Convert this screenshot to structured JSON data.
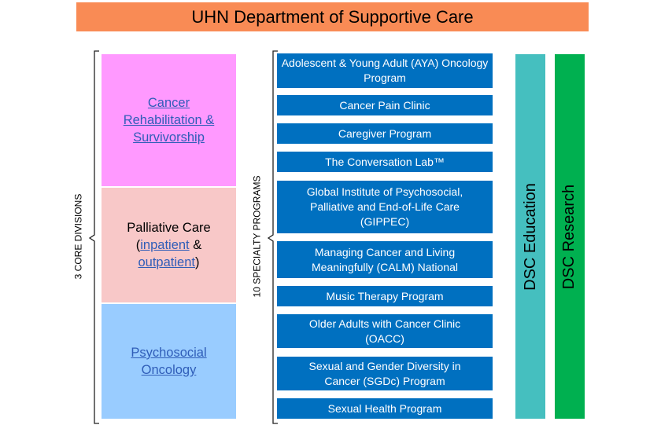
{
  "title": "UHN Department of Supportive Care",
  "core_divisions": {
    "label": "3 CORE DIVISIONS",
    "cancer_rehab": "Cancer Rehabilitation & Survivorship",
    "palliative": {
      "prefix": "Palliative Care (",
      "inpatient": "inpatient",
      "and": " & ",
      "outpatient": "outpatient",
      "suffix": ")"
    },
    "psychosocial": "Psychosocial Oncology"
  },
  "specialty_programs": {
    "label": "10 SPECIALTY PROGRAMS",
    "items": [
      "Adolescent & Young Adult (AYA) Oncology Program",
      "Cancer Pain Clinic",
      "Caregiver Program",
      "The Conversation Lab™",
      "Global Institute of Psychosocial, Palliative and End-of-Life Care (GIPPEC)",
      "Managing Cancer and Living Meaningfully (CALM) National",
      "Music Therapy Program",
      "Older Adults with Cancer Clinic (OACC)",
      "Sexual and Gender Diversity in Cancer (SGDc) Program",
      "Sexual Health Program"
    ]
  },
  "education": "DSC Education",
  "research": "DSC Research",
  "colors": {
    "title": "#F98B55",
    "rehab": "#FF99FF",
    "palliative": "#F8C8C8",
    "psychosocial": "#99CCFF",
    "program": "#0070C0",
    "education": "#45BFBF",
    "research": "#00B050"
  }
}
